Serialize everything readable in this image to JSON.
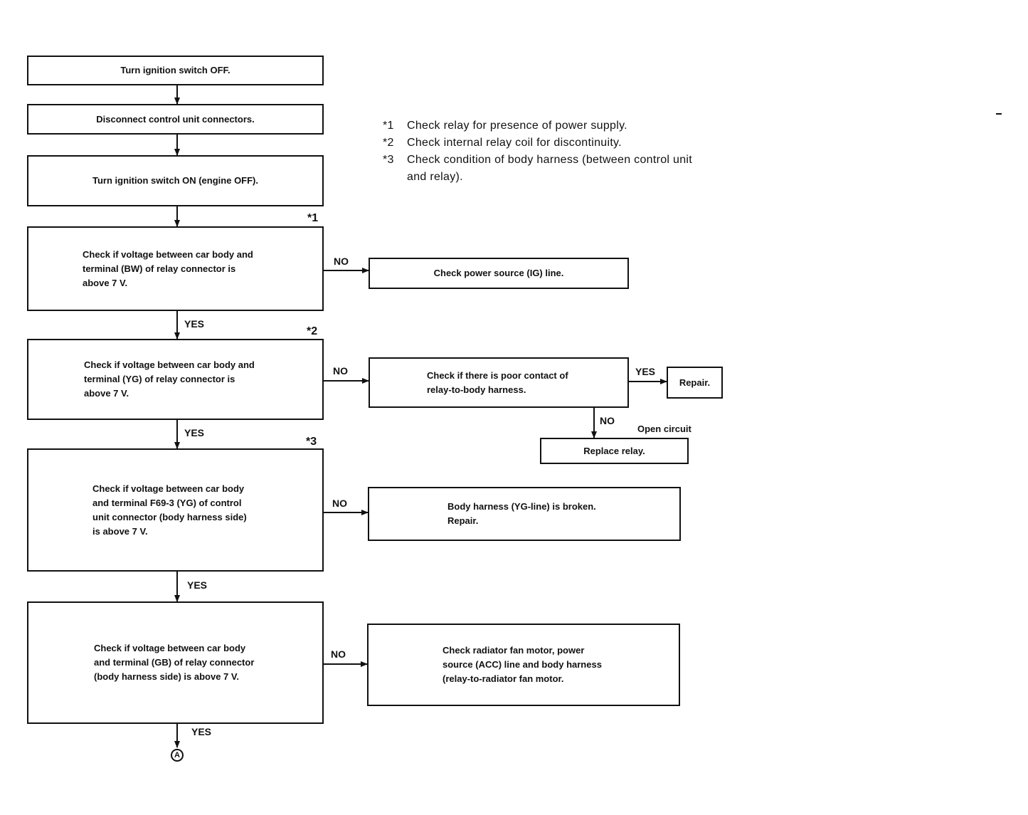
{
  "notes": [
    {
      "mark": "*1",
      "text": "Check relay for presence of power supply."
    },
    {
      "mark": "*2",
      "text": "Check internal relay coil for discontinuity."
    },
    {
      "mark": "*3",
      "text": "Check condition of body harness (between control unit",
      "text2": "and relay)."
    }
  ],
  "steps": {
    "s1": "Turn ignition switch OFF.",
    "s2": "Disconnect control unit connectors.",
    "s3": "Turn ignition switch ON (engine OFF).",
    "s4": [
      "Check if voltage between car body and",
      "terminal (BW) of relay connector is",
      "above 7 V."
    ],
    "s5": [
      "Check if voltage between car body and",
      "terminal (YG) of relay connector is",
      "above 7 V."
    ],
    "s6": [
      "Check if voltage between car body",
      "and terminal F69-3 (YG) of control",
      "unit connector (body harness side)",
      "is above 7 V."
    ],
    "s7": [
      "Check if voltage between car body",
      "and terminal (GB) of relay connector",
      "(body harness side) is above 7 V."
    ]
  },
  "results": {
    "r1": "Check power source (IG) line.",
    "r2": [
      "Check if there is poor contact of",
      "relay-to-body harness."
    ],
    "r2_repair": "Repair.",
    "r2_replace": "Replace relay.",
    "r3": [
      "Body harness (YG-line) is broken.",
      "Repair."
    ],
    "r4": [
      "Check radiator fan motor, power",
      "source (ACC) line and body harness",
      "(relay-to-radiator fan motor."
    ]
  },
  "labels": {
    "yes": "YES",
    "no": "NO",
    "open_circuit": "Open circuit",
    "mark1": "*1",
    "mark2": "*2",
    "mark3": "*3",
    "connector": "A"
  }
}
